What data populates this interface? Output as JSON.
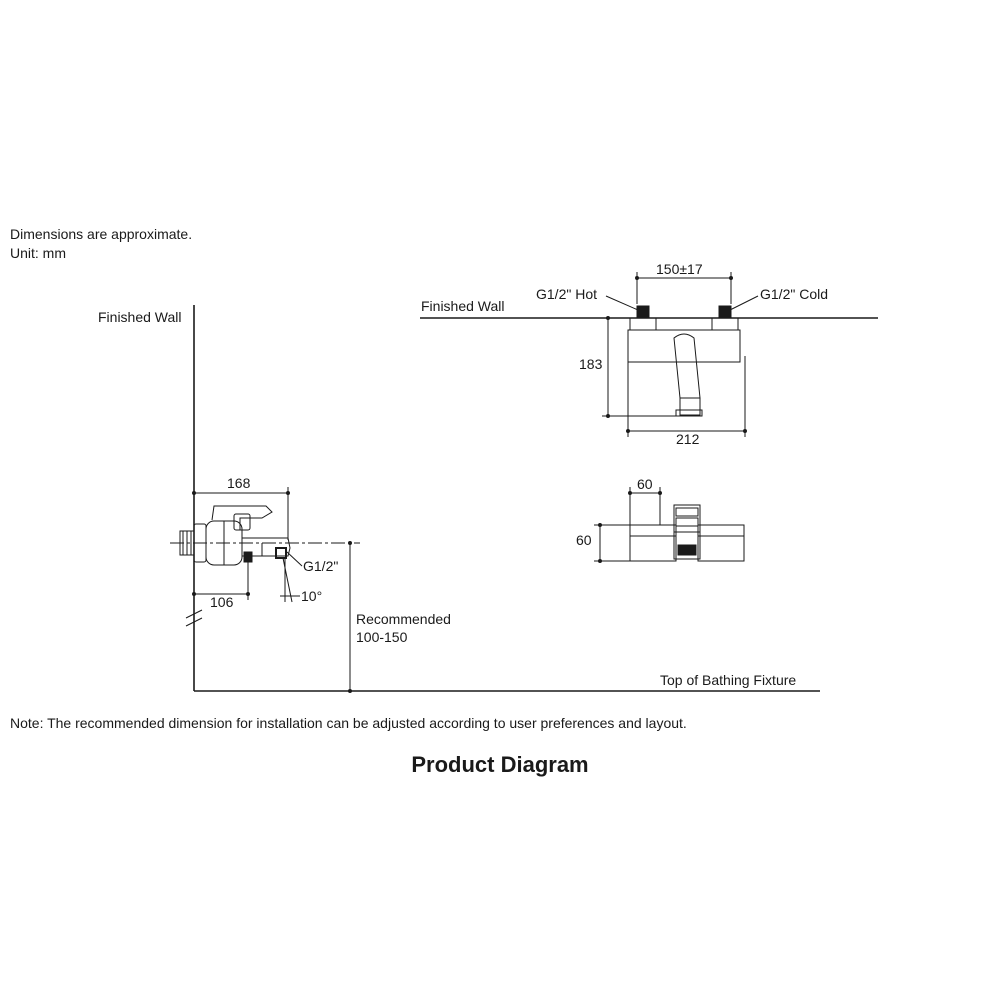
{
  "header": {
    "approx_note": "Dimensions are approximate.",
    "unit_note": "Unit: mm"
  },
  "side_view": {
    "wall_label": "Finished Wall",
    "dim_168": "168",
    "dim_106": "106",
    "thread_label": "G1/2\"",
    "angle_label": "10°",
    "recommended_label": "Recommended",
    "recommended_value": "100-150",
    "fixture_label": "Top of Bathing Fixture"
  },
  "front_view": {
    "wall_label": "Finished Wall",
    "hot_label": "G1/2\" Hot",
    "cold_label": "G1/2\" Cold",
    "dim_center": "150±17",
    "dim_height": "183",
    "dim_width": "212"
  },
  "top_view": {
    "dim_depth": "60",
    "dim_side": "60"
  },
  "footer": {
    "note": "Note: The recommended dimension for installation can be adjusted according to user preferences and layout.",
    "title": "Product Diagram"
  }
}
